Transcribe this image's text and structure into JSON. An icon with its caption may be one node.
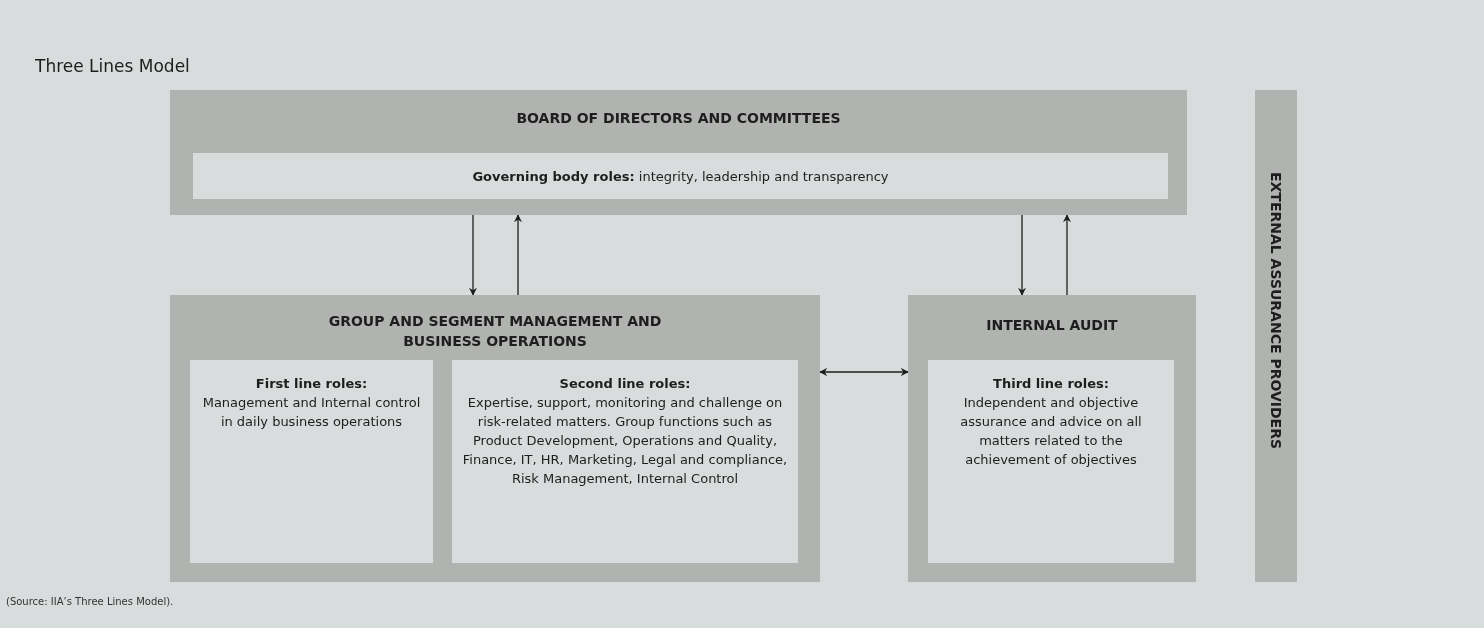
{
  "diagram": {
    "title": "Three Lines Model",
    "caption": "(Source: IIA’s Three Lines Model).",
    "nodes": [
      {
        "text": [
          "BOARD OF DIRECTORS AND COMMITTEES"
        ]
      },
      {
        "text": [
          "**Governing body roles:** integrity, leadership and transparency"
        ],
        "in": 0
      },
      {
        "text": [
          "GROUP AND SEGMENT MANAGEMENT AND BUSINESS OPERATIONS"
        ]
      },
      {
        "text": [
          "First line roles:",
          "Management and Internal control in daily business operations"
        ],
        "in": 2
      },
      {
        "text": [
          "Second line roles:",
          "Expertise, support, monitoring and challenge on risk-related matters. Group functions such as Product Development, Operations and Quality, Finance, IT, HR, Marketing, Legal and compliance, Risk Management, Internal Control"
        ],
        "in": 2
      },
      {
        "text": [
          "INTERNAL AUDIT"
        ]
      },
      {
        "text": [
          "Third line roles:",
          "Independent and objective assurance and advice on all matters related to the achievement of objectives"
        ],
        "in": 5
      },
      {
        "text": [
          "EXTERNAL ASSURANCE PROVIDERS"
        ]
      }
    ],
    "edges": [
      {
        "from": 0,
        "to": 2,
        "arrow": "to"
      },
      {
        "from": 2,
        "to": 0,
        "arrow": "to"
      },
      {
        "from": 0,
        "to": 5,
        "arrow": "to"
      },
      {
        "from": 5,
        "to": 0,
        "arrow": "to"
      },
      {
        "from": 2,
        "to": 5,
        "arrow": "both"
      }
    ]
  }
}
